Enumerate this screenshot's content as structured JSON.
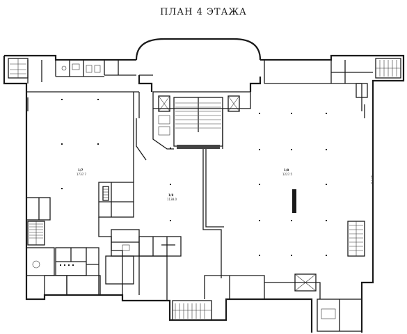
{
  "title": "ПЛАН 4 ЭТАЖА",
  "side_label": "В-1-05",
  "rooms": [
    {
      "n": "1/7",
      "area": "1737.7"
    },
    {
      "n": "1/8",
      "area": "1138.0"
    },
    {
      "n": "1/9",
      "area": "1227.5"
    }
  ]
}
